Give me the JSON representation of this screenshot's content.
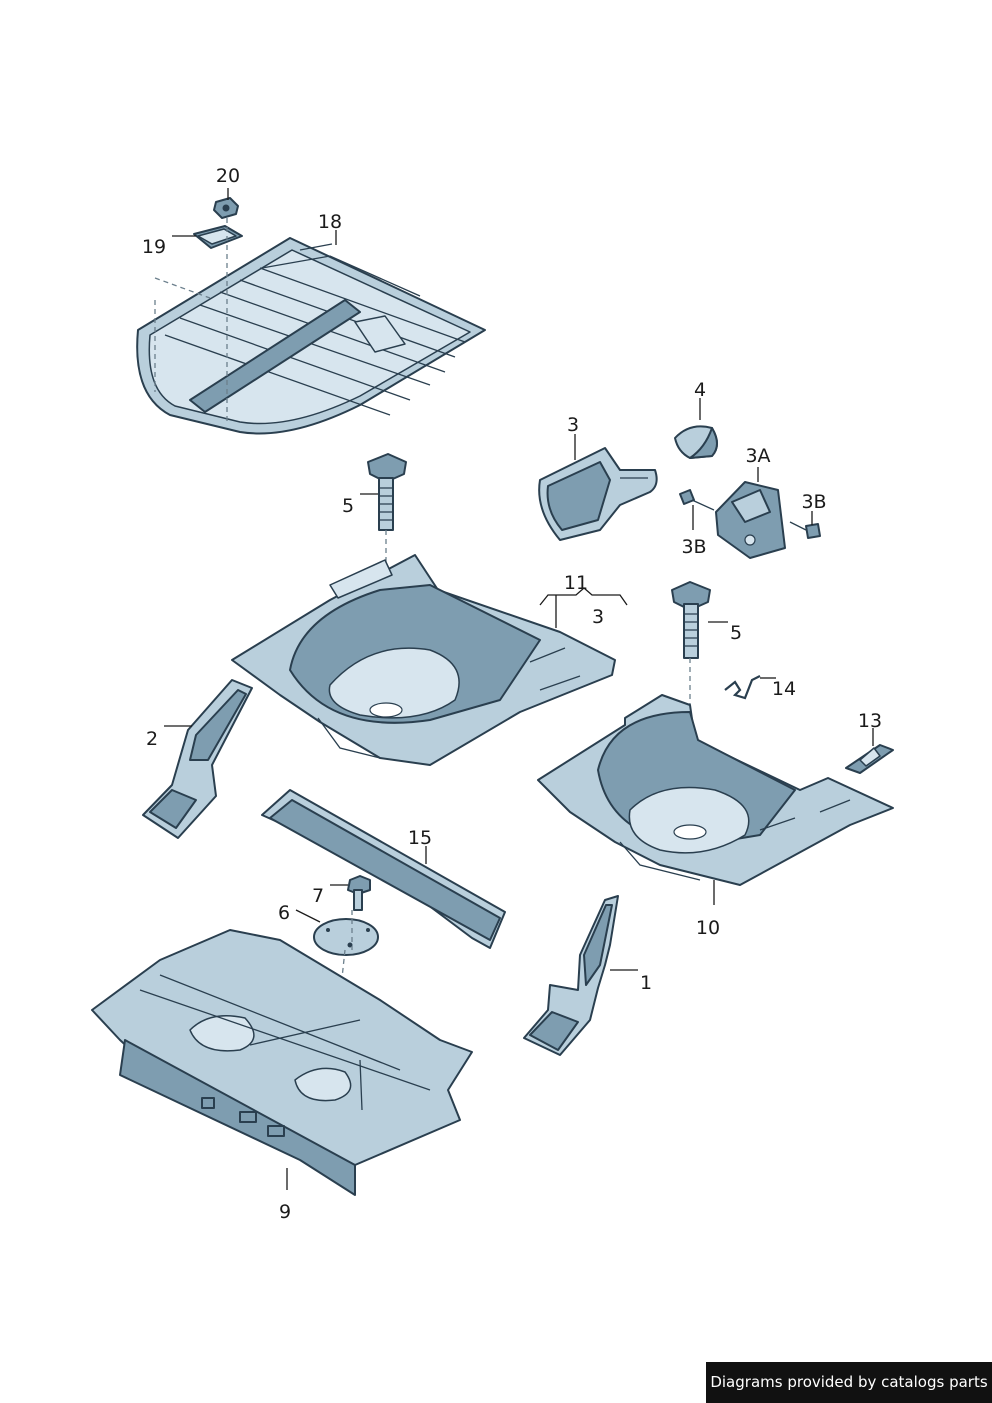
{
  "labels": [
    "20",
    "18",
    "19",
    "4",
    "3",
    "3A",
    "3B",
    "3B",
    "5",
    "11",
    "3",
    "5",
    "14",
    "13",
    "2",
    "15",
    "7",
    "6",
    "10",
    "1",
    "9"
  ],
  "credit": "Diagrams provided by catalogs parts"
}
